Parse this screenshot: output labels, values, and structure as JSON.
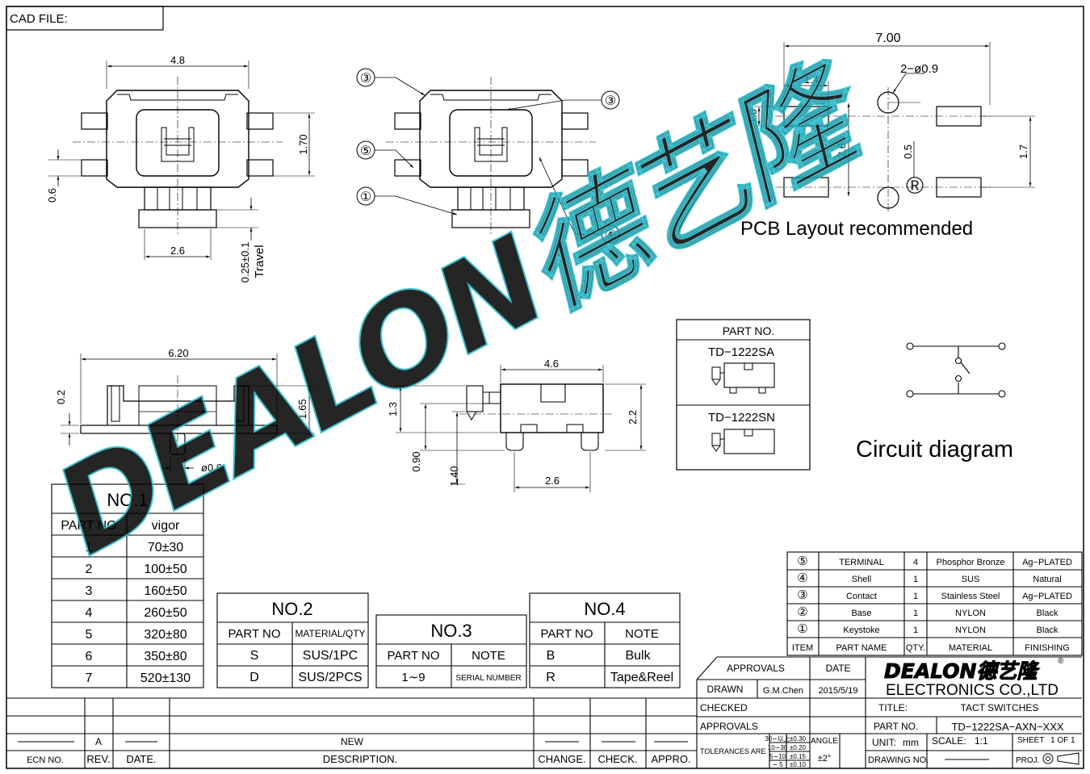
{
  "header": {
    "cad_file": "CAD FILE:"
  },
  "top_view": {
    "width": "4.8",
    "height": "1.70",
    "pin": "0.6",
    "actuator": "2.6",
    "travel_value": "0.25±0.1",
    "travel_label": "Travel"
  },
  "callout_view": {
    "labels": [
      "③",
      "③",
      "⑤",
      "①",
      "④"
    ]
  },
  "pcb": {
    "width": "7.00",
    "pad_w": "1.4",
    "holes": "2−ø0.9",
    "pad_h": "1.0",
    "v1": "2.6",
    "v2": "0.5",
    "v3": "1.7",
    "title": "PCB Layout recommended"
  },
  "side_view": {
    "width": "6.20",
    "height": "1.65",
    "base": "0.2",
    "stem": "ø0.6"
  },
  "end_view": {
    "width": "4.6",
    "h1": "1.3",
    "h2": "2.2",
    "h3": "0.90",
    "h4": "1.40",
    "bottom": "2.6"
  },
  "part_no_box": {
    "header": "PART NO.",
    "items": [
      "TD−1222SA",
      "TD−1222SN"
    ]
  },
  "circuit": {
    "title": "Circuit diagram"
  },
  "no1": {
    "title": "NO.1",
    "col1": "PART NO",
    "col2": "vigor",
    "rows": [
      [
        "1",
        "70±30"
      ],
      [
        "2",
        "100±50"
      ],
      [
        "3",
        "160±50"
      ],
      [
        "4",
        "260±50"
      ],
      [
        "5",
        "320±80"
      ],
      [
        "6",
        "350±80"
      ],
      [
        "7",
        "520±130"
      ]
    ]
  },
  "no2": {
    "title": "NO.2",
    "col1": "PART NO",
    "col2": "MATERIAL/QTY",
    "rows": [
      [
        "S",
        "SUS/1PC"
      ],
      [
        "D",
        "SUS/2PCS"
      ]
    ]
  },
  "no3": {
    "title": "NO.3",
    "col1": "PART NO",
    "col2": "NOTE",
    "rows": [
      [
        "1∼9",
        "SERIAL NUMBER"
      ]
    ]
  },
  "no4": {
    "title": "NO.4",
    "col1": "PART NO",
    "col2": "NOTE",
    "rows": [
      [
        "B",
        "Bulk"
      ],
      [
        "R",
        "Tape&Reel"
      ]
    ]
  },
  "bom": {
    "rows": [
      [
        "⑤",
        "TERMINAL",
        "4",
        "Phosphor Bronze",
        "Ag−PLATED"
      ],
      [
        "④",
        "Shell",
        "1",
        "SUS",
        "Natural"
      ],
      [
        "③",
        "Contact",
        "1",
        "Stainless Steel",
        "Ag−PLATED"
      ],
      [
        "②",
        "Base",
        "1",
        "NYLON",
        "Black"
      ],
      [
        "①",
        "Keystoke",
        "1",
        "NYLON",
        "Black"
      ]
    ],
    "header": [
      "ITEM",
      "PART NAME",
      "QTY.",
      "MATERIAL",
      "FINISHING"
    ]
  },
  "revision": {
    "rev": "A",
    "description": "NEW",
    "headers": [
      "ECN NO.",
      "REV.",
      "DATE.",
      "DESCRIPTION.",
      "CHANGE.",
      "CHECK.",
      "APPRO."
    ]
  },
  "title_block": {
    "approvals": "APPROVALS",
    "date": "DATE",
    "drawn": "DRAWN",
    "drawn_by": "G.M.Chen",
    "drawn_date": "2015/5/19",
    "checked": "CHECKED",
    "approvals2": "APPROVALS",
    "tolerances": "TOLERANCES ARE",
    "tol_ranges": [
      "30∼以上",
      "10∼30",
      "5∼10",
      "∼ 5"
    ],
    "tol_values": [
      "±0.30",
      "±0.20",
      "±0.15",
      "±0.10"
    ],
    "angle": "ANGLE",
    "angle_value": "±2°",
    "brand": "DEALON德艺隆",
    "registered": "®",
    "company": "ELECTRONICS  CO.,LTD",
    "title_label": "TITLE:",
    "title_value": "TACT  SWITCHES",
    "part_label": "PART  NO.",
    "part_value": "TD−1222SA−AXN−XXX",
    "unit_label": "UNIT:",
    "unit_value": "mm",
    "scale_label": "SCALE:",
    "scale_value": "1:1",
    "sheet_label": "SHEET",
    "sheet_value": "1  OF  1",
    "drawing_no": "DRAWING  NO.",
    "proj": "PROJ."
  },
  "watermark": {
    "text": "DEALON德艺隆",
    "registered": "®"
  }
}
